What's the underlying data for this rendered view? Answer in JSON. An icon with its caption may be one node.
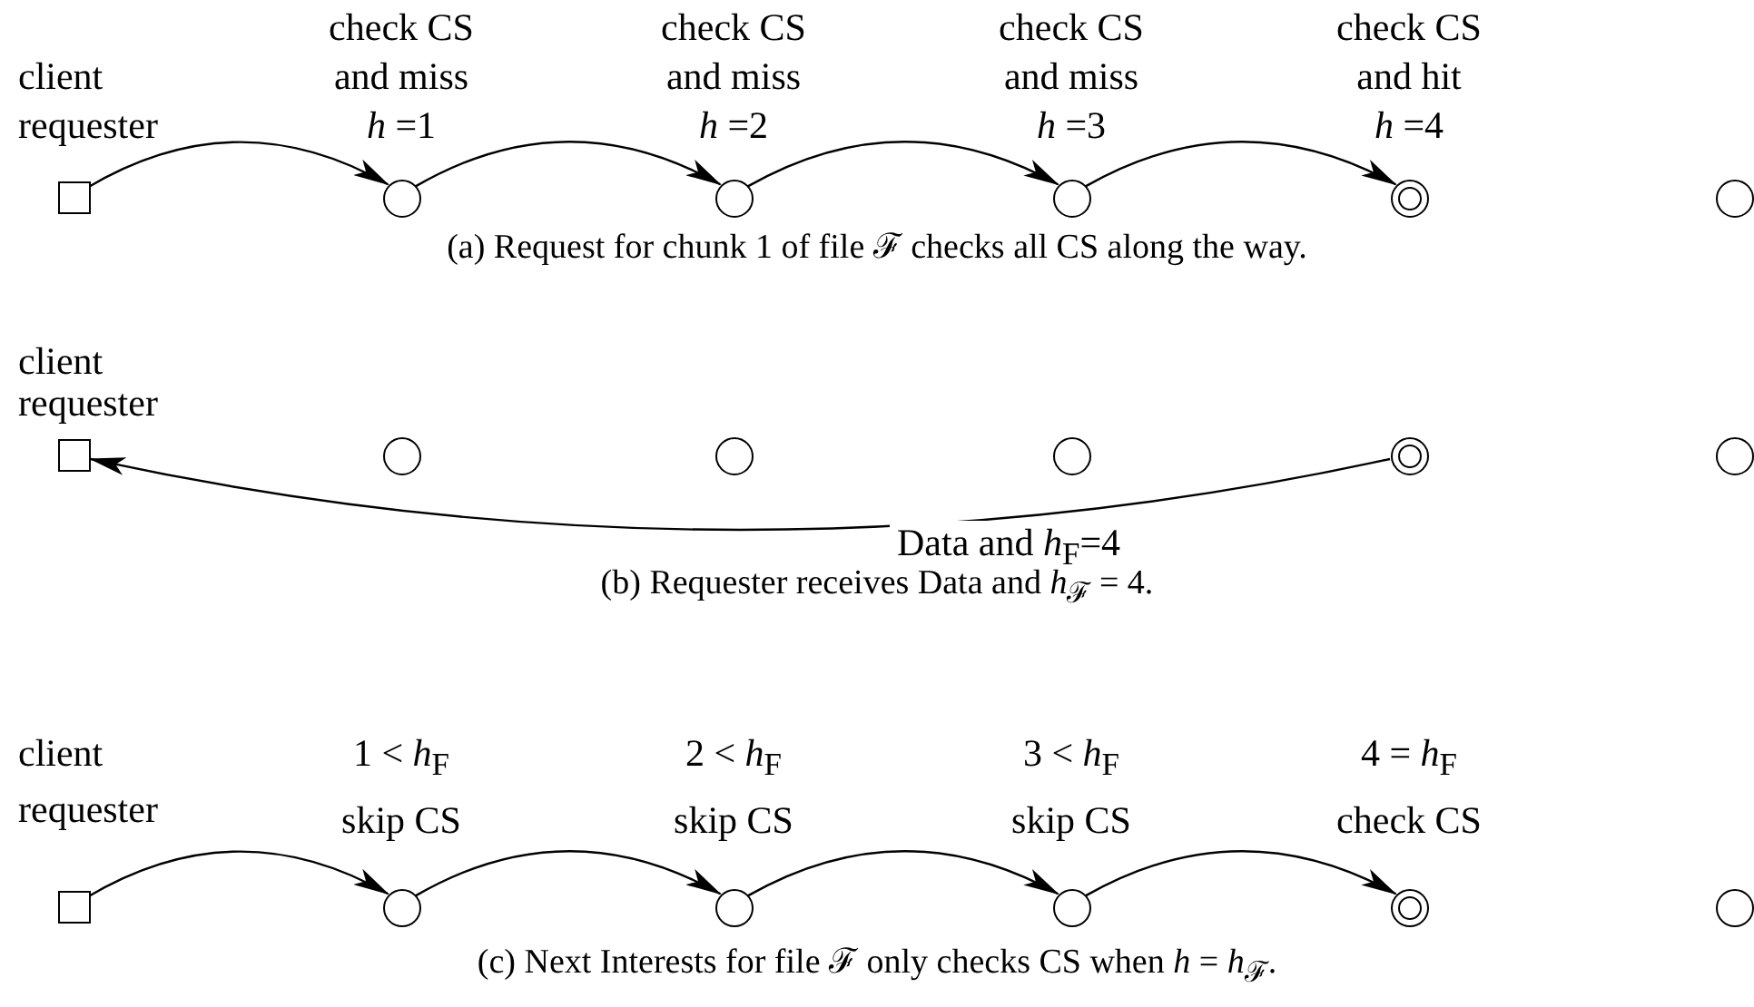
{
  "diagram": {
    "nodes": [
      {
        "text": [],
        "shape": "box",
        "beside": [
          "client requester"
        ]
      },
      {
        "text": [],
        "shape": "circle",
        "beside": [
          "check CS and miss",
          "*h* =1"
        ]
      },
      {
        "text": [],
        "shape": "circle",
        "beside": [
          "check CS and miss",
          "*h* =2"
        ]
      },
      {
        "text": [],
        "shape": "circle",
        "beside": [
          "check CS and miss",
          "*h* =3"
        ]
      },
      {
        "text": [],
        "shape": "double-circle",
        "beside": [
          "check CS and hit",
          "*h* =4"
        ]
      },
      {
        "text": [],
        "shape": "circle"
      },
      {
        "text": [],
        "shape": "box",
        "beside": [
          "client requester"
        ]
      },
      {
        "text": [],
        "shape": "circle"
      },
      {
        "text": [],
        "shape": "circle"
      },
      {
        "text": [],
        "shape": "circle"
      },
      {
        "text": [],
        "shape": "double-circle"
      },
      {
        "text": [],
        "shape": "circle"
      },
      {
        "text": [],
        "shape": "box",
        "beside": [
          "client requester"
        ]
      },
      {
        "text": [],
        "shape": "circle",
        "beside": [
          "1 < *h*$_{F}$",
          "skip CS"
        ]
      },
      {
        "text": [],
        "shape": "circle",
        "beside": [
          "2 < *h*$_{F}$",
          "skip CS"
        ]
      },
      {
        "text": [],
        "shape": "circle",
        "beside": [
          "3 < *h*$_{F}$",
          "skip CS"
        ]
      },
      {
        "text": [],
        "shape": "double-circle",
        "beside": [
          "4 = *h*$_{F}$",
          "check CS"
        ]
      },
      {
        "text": [],
        "shape": "circle"
      }
    ],
    "edges": [
      {
        "from": 0,
        "to": 1,
        "arrow": "to"
      },
      {
        "from": 1,
        "to": 2,
        "arrow": "to"
      },
      {
        "from": 2,
        "to": 3,
        "arrow": "to"
      },
      {
        "from": 3,
        "to": 4,
        "arrow": "to"
      },
      {
        "from": 10,
        "to": 6,
        "arrow": "to",
        "label": "Data and *h*$_{F}$=4"
      },
      {
        "from": 12,
        "to": 13,
        "arrow": "to"
      },
      {
        "from": 13,
        "to": 14,
        "arrow": "to"
      },
      {
        "from": 14,
        "to": 15,
        "arrow": "to"
      },
      {
        "from": 15,
        "to": 16,
        "arrow": "to"
      }
    ],
    "labels": [
      "(a) Request for chunk 1 of file ℱ checks all CS along the way.",
      "(b) Requester receives Data and *h*$_{ℱ}$ = 4.",
      "(c) Next Interests for file ℱ only checks CS when *h* = *h*$_{ℱ}$."
    ]
  }
}
